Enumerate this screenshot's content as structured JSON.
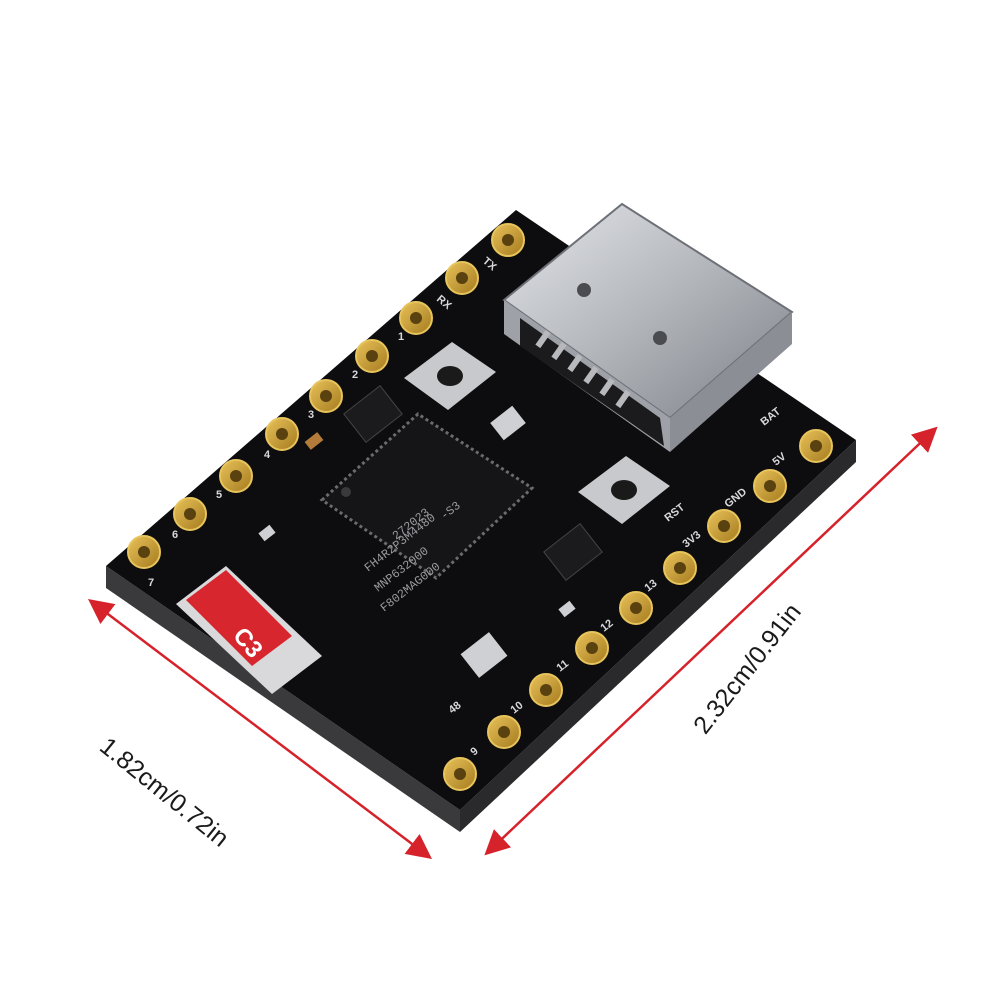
{
  "dimensions": {
    "width_label": "1.82cm/0.72in",
    "height_label": "2.32cm/0.91in",
    "arrow_color": "#d6222b"
  },
  "board": {
    "module_badge": "C3",
    "chip_lines": [
      "-S3",
      "272023",
      "FH4R2P3M4480",
      "MNP632000",
      "F802MAG000"
    ],
    "pin_labels_left": [
      "TX",
      "RX",
      "1",
      "2",
      "3",
      "4",
      "5",
      "6",
      "7"
    ],
    "pin_labels_right": [
      "5V",
      "GND",
      "3V3",
      "13",
      "12",
      "11",
      "10",
      "9"
    ],
    "extra_labels": [
      "BAT",
      "RST",
      "48"
    ],
    "colors": {
      "pcb": "#0d0d0f",
      "pad_gold": "#c99a2e",
      "badge_red": "#d8262f",
      "usb_metal": "#b9bcc1"
    }
  }
}
